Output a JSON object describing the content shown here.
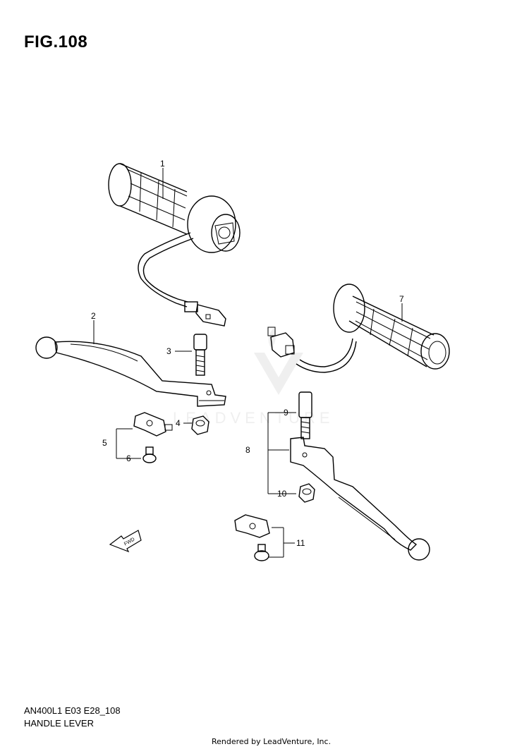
{
  "figure": {
    "title": "FIG.108",
    "model_code": "AN400L1 E03 E28_108",
    "section_name": "HANDLE LEVER",
    "rendered_by": "Rendered by LeadVenture, Inc.",
    "watermark": "LEADVENTURE",
    "fwd_arrow_label": "FWD"
  },
  "callouts": [
    "1",
    "2",
    "3",
    "4",
    "5",
    "6",
    "7",
    "8",
    "9",
    "10",
    "11"
  ],
  "parts": [
    {
      "name": "left-grip-with-switch-housing"
    },
    {
      "name": "clutch-lever"
    },
    {
      "name": "pivot-bolt"
    },
    {
      "name": "nut"
    },
    {
      "name": "switch-assembly"
    },
    {
      "name": "screw"
    },
    {
      "name": "right-grip"
    },
    {
      "name": "brake-lever-set"
    },
    {
      "name": "pivot-bolt"
    },
    {
      "name": "nut"
    },
    {
      "name": "brake-switch-set"
    }
  ]
}
